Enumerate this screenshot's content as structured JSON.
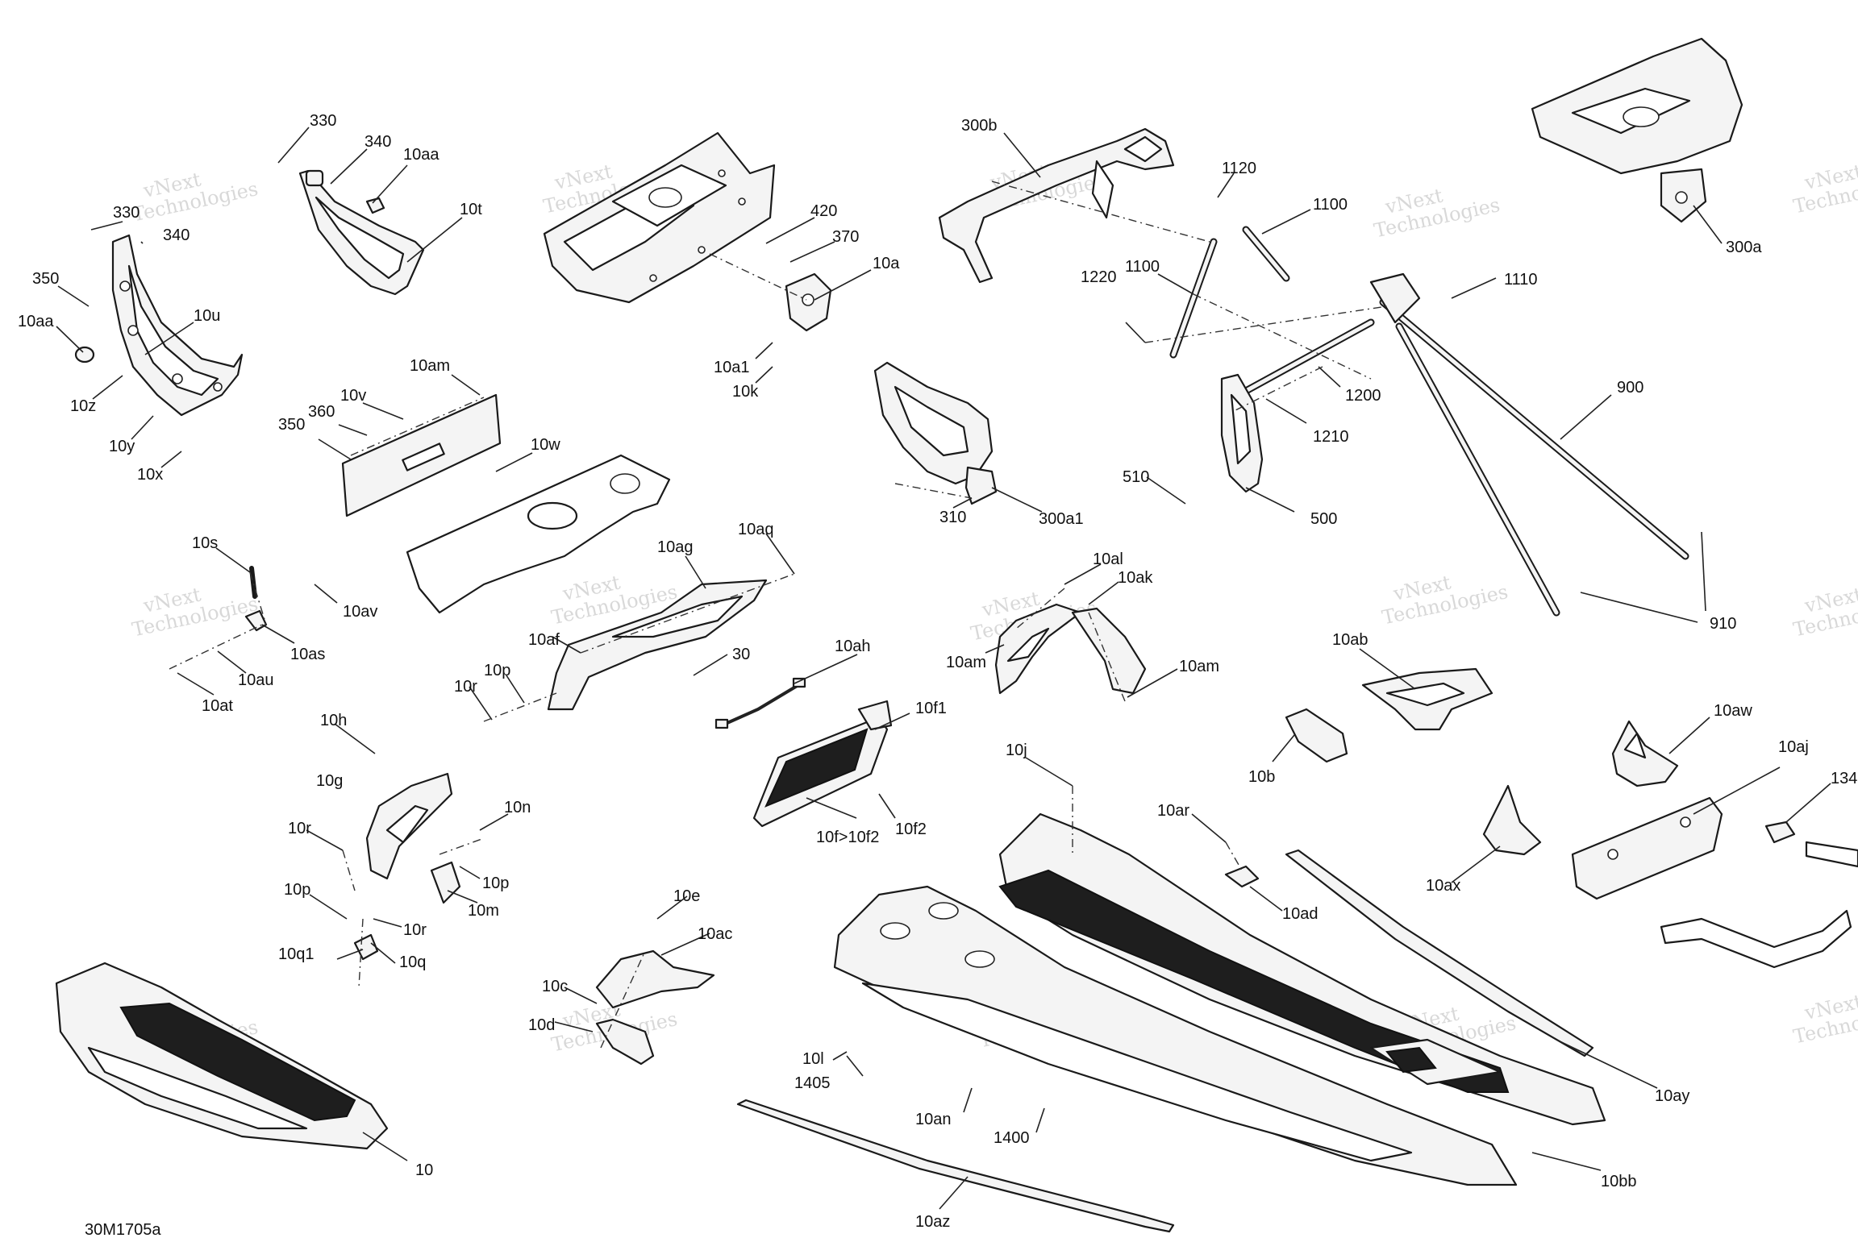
{
  "figure_code": "30M1705a",
  "watermark": [
    "vNext",
    "Technologies"
  ],
  "callouts": [
    {
      "id": "330a",
      "text": "330"
    },
    {
      "id": "340a",
      "text": "340"
    },
    {
      "id": "10aa_a",
      "text": "10aa"
    },
    {
      "id": "10t",
      "text": "10t"
    },
    {
      "id": "330b",
      "text": "330"
    },
    {
      "id": "340b",
      "text": "340"
    },
    {
      "id": "350a",
      "text": "350"
    },
    {
      "id": "10aa_b",
      "text": "10aa"
    },
    {
      "id": "10u",
      "text": "10u"
    },
    {
      "id": "10z",
      "text": "10z"
    },
    {
      "id": "10y",
      "text": "10y"
    },
    {
      "id": "10x",
      "text": "10x"
    },
    {
      "id": "420",
      "text": "420"
    },
    {
      "id": "370",
      "text": "370"
    },
    {
      "id": "10a",
      "text": "10a"
    },
    {
      "id": "10a1",
      "text": "10a1"
    },
    {
      "id": "10k",
      "text": "10k"
    },
    {
      "id": "300b",
      "text": "300b"
    },
    {
      "id": "1120",
      "text": "1120"
    },
    {
      "id": "1100a",
      "text": "1100"
    },
    {
      "id": "1100b",
      "text": "1100"
    },
    {
      "id": "1220",
      "text": "1220"
    },
    {
      "id": "1110",
      "text": "1110"
    },
    {
      "id": "1200",
      "text": "1200"
    },
    {
      "id": "1210",
      "text": "1210"
    },
    {
      "id": "900",
      "text": "900"
    },
    {
      "id": "510",
      "text": "510"
    },
    {
      "id": "500",
      "text": "500"
    },
    {
      "id": "300a",
      "text": "300a"
    },
    {
      "id": "310",
      "text": "310"
    },
    {
      "id": "300a1",
      "text": "300a1"
    },
    {
      "id": "910",
      "text": "910"
    },
    {
      "id": "10am_a",
      "text": "10am"
    },
    {
      "id": "10v",
      "text": "10v"
    },
    {
      "id": "360",
      "text": "360"
    },
    {
      "id": "350b",
      "text": "350"
    },
    {
      "id": "10w",
      "text": "10w"
    },
    {
      "id": "10s",
      "text": "10s"
    },
    {
      "id": "10av",
      "text": "10av"
    },
    {
      "id": "10as",
      "text": "10as"
    },
    {
      "id": "10au",
      "text": "10au"
    },
    {
      "id": "10at",
      "text": "10at"
    },
    {
      "id": "10aq",
      "text": "10aq"
    },
    {
      "id": "10ag",
      "text": "10ag"
    },
    {
      "id": "10af",
      "text": "10af"
    },
    {
      "id": "30",
      "text": "30"
    },
    {
      "id": "10p_a",
      "text": "10p"
    },
    {
      "id": "10r_a",
      "text": "10r"
    },
    {
      "id": "10ah",
      "text": "10ah"
    },
    {
      "id": "10al",
      "text": "10al"
    },
    {
      "id": "10ak",
      "text": "10ak"
    },
    {
      "id": "10am_b",
      "text": "10am"
    },
    {
      "id": "10am_c",
      "text": "10am"
    },
    {
      "id": "10ab",
      "text": "10ab"
    },
    {
      "id": "10b",
      "text": "10b"
    },
    {
      "id": "10aw",
      "text": "10aw"
    },
    {
      "id": "10aj",
      "text": "10aj"
    },
    {
      "id": "134",
      "text": "134"
    },
    {
      "id": "10h",
      "text": "10h"
    },
    {
      "id": "10g",
      "text": "10g"
    },
    {
      "id": "10n",
      "text": "10n"
    },
    {
      "id": "10r_b",
      "text": "10r"
    },
    {
      "id": "10p_b",
      "text": "10p"
    },
    {
      "id": "10m",
      "text": "10m"
    },
    {
      "id": "10p_c",
      "text": "10p"
    },
    {
      "id": "10r_c",
      "text": "10r"
    },
    {
      "id": "10q1",
      "text": "10q1"
    },
    {
      "id": "10q",
      "text": "10q"
    },
    {
      "id": "10f1",
      "text": "10f1"
    },
    {
      "id": "10f2",
      "text": "10f2"
    },
    {
      "id": "10f_10f2",
      "text": "10f>10f2"
    },
    {
      "id": "10j",
      "text": "10j"
    },
    {
      "id": "10ar",
      "text": "10ar"
    },
    {
      "id": "10ad",
      "text": "10ad"
    },
    {
      "id": "10ax",
      "text": "10ax"
    },
    {
      "id": "10e",
      "text": "10e"
    },
    {
      "id": "10ac",
      "text": "10ac"
    },
    {
      "id": "10c",
      "text": "10c"
    },
    {
      "id": "10d",
      "text": "10d"
    },
    {
      "id": "10l",
      "text": "10l"
    },
    {
      "id": "1405",
      "text": "1405"
    },
    {
      "id": "10an",
      "text": "10an"
    },
    {
      "id": "1400",
      "text": "1400"
    },
    {
      "id": "10ay",
      "text": "10ay"
    },
    {
      "id": "10bb",
      "text": "10bb"
    },
    {
      "id": "10az",
      "text": "10az"
    },
    {
      "id": "10",
      "text": "10"
    }
  ]
}
